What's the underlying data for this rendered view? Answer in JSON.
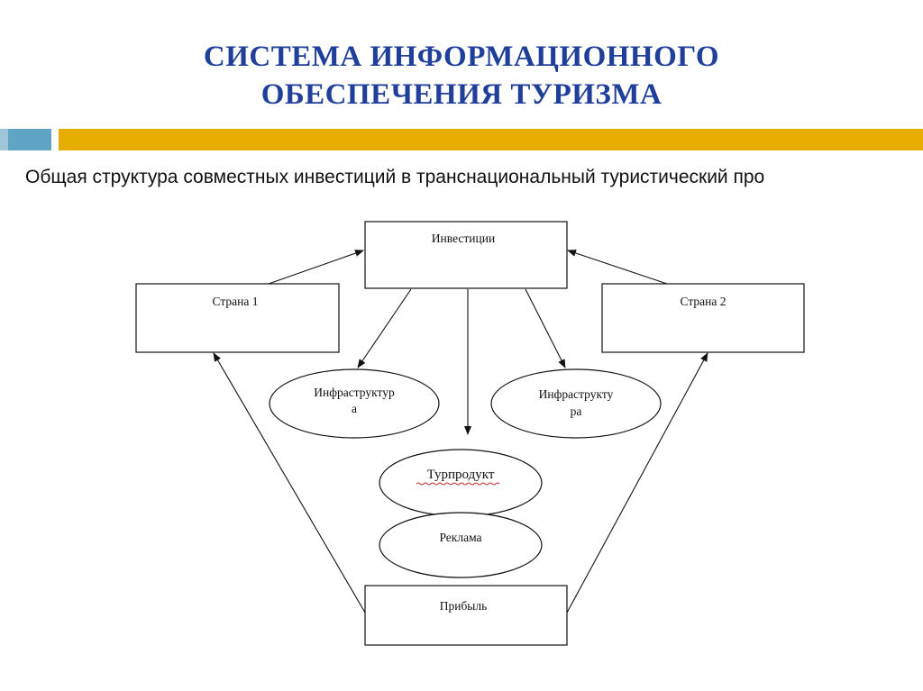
{
  "slide": {
    "title_line1": "СИСТЕМА ИНФОРМАЦИОННОГО",
    "title_line2": "ОБЕСПЕЧЕНИЯ ТУРИЗМА",
    "subtitle": "Общая структура совместных инвестиций в транснациональный туристический про"
  },
  "colors": {
    "title": "#1f3f9a",
    "divider_blue": "#5fa5c3",
    "divider_gold": "#e5ad00"
  },
  "diagram": {
    "investments": "Инвестиции",
    "country1": "Страна 1",
    "country2": "Страна 2",
    "infra_left_line1": "Инфраструктур",
    "infra_left_line2": "а",
    "infra_right_line1": "Инфраструкту",
    "infra_right_line2": "ра",
    "tourproduct": "Турпродукт",
    "advertising": "Реклама",
    "profit": "Прибыль"
  }
}
